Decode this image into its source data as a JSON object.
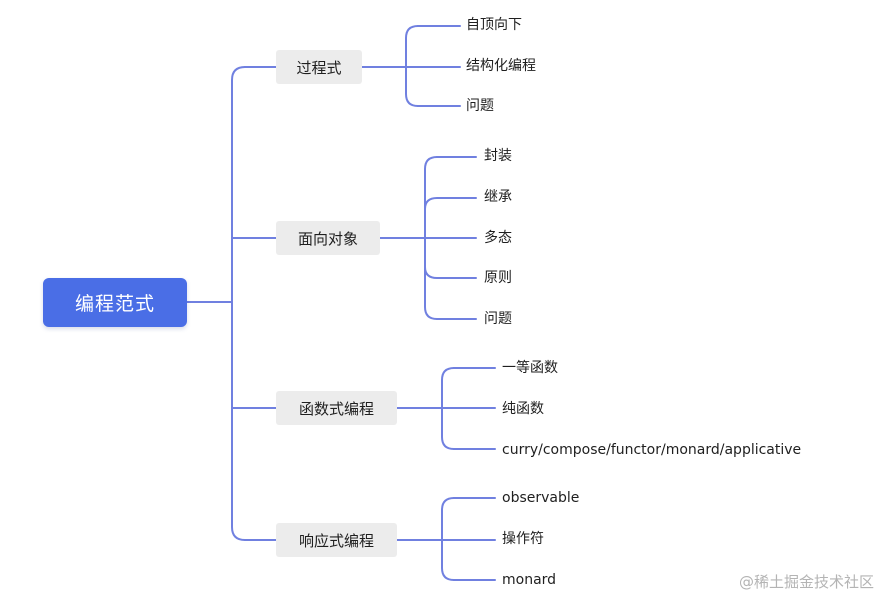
{
  "root": {
    "label": "编程范式"
  },
  "branches": [
    {
      "label": "过程式",
      "leaves": [
        "自顶向下",
        "结构化编程",
        "问题"
      ]
    },
    {
      "label": "面向对象",
      "leaves": [
        "封装",
        "继承",
        "多态",
        "原则",
        "问题"
      ]
    },
    {
      "label": "函数式编程",
      "leaves": [
        "一等函数",
        "纯函数",
        "curry/compose/functor/monard/applicative"
      ]
    },
    {
      "label": "响应式编程",
      "leaves": [
        "observable",
        "操作符",
        "monard"
      ]
    }
  ],
  "watermark": "@稀土掘金技术社区",
  "colors": {
    "root_bg": "#4a6ee6",
    "line": "#7080e0",
    "branch_bg": "#ececec"
  }
}
